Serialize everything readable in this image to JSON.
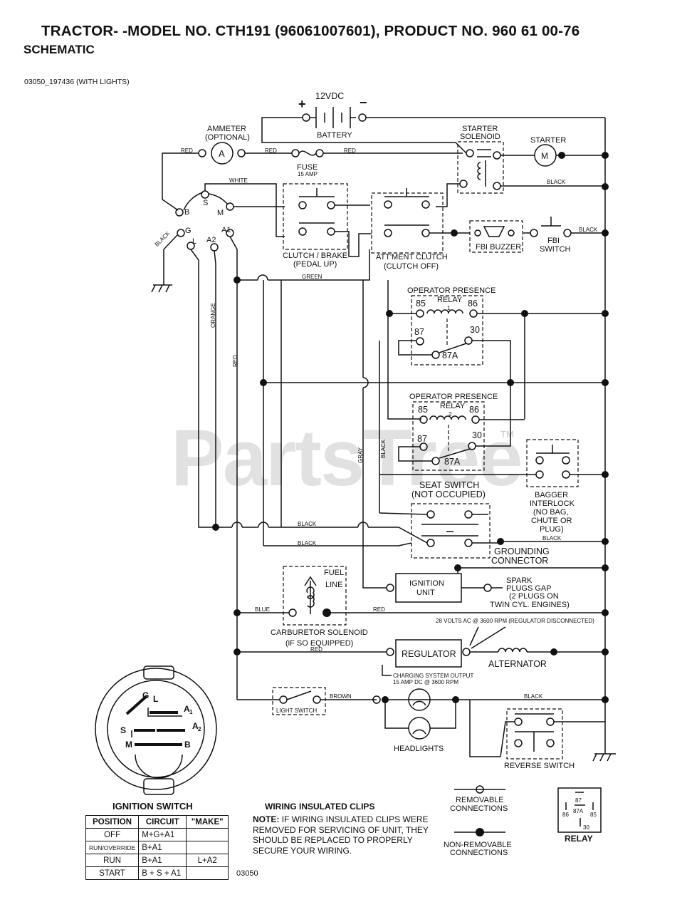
{
  "header": {
    "title": "TRACTOR- -MODEL NO. CTH191 (96061007601), PRODUCT NO. 960 61 00-76",
    "subtitle": "SCHEMATIC",
    "diagram_id": "03050_197436 (WITH LIGHTS)"
  },
  "watermark": {
    "text": "PartsTree",
    "tm": "TM"
  },
  "components": {
    "battery_voltage": "12VDC",
    "battery": "BATTERY",
    "plus": "+",
    "minus": "−",
    "ammeter_l1": "AMMETER",
    "ammeter_l2": "(OPTIONAL)",
    "ammeter_symbol": "A",
    "fuse": "FUSE",
    "fuse_rating": "15 AMP",
    "starter_solenoid_l1": "STARTER",
    "starter_solenoid_l2": "SOLENOID",
    "starter": "STARTER",
    "starter_symbol": "M",
    "clutch_brake_l1": "CLUTCH / BRAKE",
    "clutch_brake_l2": "(PEDAL UP)",
    "attment_clutch_l1": "ATT'MENT CLUTCH",
    "attment_clutch_l2": "(CLUTCH OFF)",
    "fbi_buzzer": "FBI BUZZER",
    "fbi_switch_l1": "FBI",
    "fbi_switch_l2": "SWITCH",
    "relay1_l1": "OPERATOR PRESENCE",
    "relay1_l2": "RELAY",
    "relay1_num": "1",
    "relay2_l1": "OPERATOR PRESENCE",
    "relay2_l2": "RELAY",
    "relay2_num": "2",
    "pin85": "85",
    "pin86": "86",
    "pin87": "87",
    "pin30": "30",
    "pin87a": "87A",
    "seat_switch_l1": "SEAT SWITCH",
    "seat_switch_l2": "(NOT OCCUPIED)",
    "bagger_l1": "BAGGER",
    "bagger_l2": "INTERLOCK",
    "bagger_l3": "(NO BAG,",
    "bagger_l4": "CHUTE OR",
    "bagger_l5": "PLUG)",
    "grounding_l1": "GROUNDING",
    "grounding_l2": "CONNECTOR",
    "ignition_unit_l1": "IGNITION",
    "ignition_unit_l2": "UNIT",
    "spark_l1": "SPARK",
    "spark_l2": "PLUGS GAP",
    "spark_l3": "(2 PLUGS ON",
    "spark_l4": "TWIN CYL. ENGINES)",
    "fuel_l1": "FUEL",
    "fuel_l2": "LINE",
    "carb_l1": "CARBURETOR SOLENOID",
    "carb_l2": "(iF SO EQUIPPED)",
    "regulator_note": "28 VOLTS AC @ 3600 RPM (REGULATOR DISCONNECTED)",
    "regulator": "REGULATOR",
    "alternator": "ALTERNATOR",
    "charging_l1": "CHARGING SYSTEM OUTPUT",
    "charging_l2": "15 AMP DC @ 3600 RPM",
    "light_switch": "LIGHT SWITCH",
    "headlights": "HEADLIGHTS",
    "reverse_switch": "REVERSE SWITCH",
    "term_b": "B",
    "term_s": "S",
    "term_m": "M",
    "term_g": "G",
    "term_l": "L",
    "term_a2": "A2",
    "term_a1": "A1"
  },
  "wires": {
    "red": "RED",
    "black": "BLACK",
    "white": "WHITE",
    "green": "GREEN",
    "orange": "ORANGE",
    "gray": "GRAY",
    "blue": "BLUE",
    "brown": "BROWN"
  },
  "ignition_switch": {
    "title": "IGNITION SWITCH",
    "labels": {
      "G": "G",
      "L": "L",
      "A1": "A",
      "A1sub": "1",
      "A2": "A",
      "A2sub": "2",
      "S": "S",
      "M": "M",
      "B": "B"
    },
    "table_headers": [
      "POSITION",
      "CIRCUIT",
      "\"MAKE\""
    ],
    "rows": [
      {
        "position": "OFF",
        "circuit": "M+G+A1",
        "make": ""
      },
      {
        "position": "RUN/OVERRIDE",
        "circuit": "B+A1",
        "make": ""
      },
      {
        "position": "RUN",
        "circuit": "B+A1",
        "make": "L+A2"
      },
      {
        "position": "START",
        "circuit": "B + S + A1",
        "make": ""
      }
    ]
  },
  "note": {
    "title": "WIRING INSULATED CLIPS",
    "lead": "NOTE:",
    "text": "IF WIRING INSULATED CLIPS WERE REMOVED FOR SERVICING OF UNIT, THEY SHOULD BE REPLACED TO PROPERLY SECURE YOUR WIRING."
  },
  "legend": {
    "removable_l1": "REMOVABLE",
    "removable_l2": "CONNECTIONS",
    "nonremovable_l1": "NON-REMOVABLE",
    "nonremovable_l2": "CONNECTIONS",
    "relay": "RELAY",
    "relay_87": "87",
    "relay_87a": "87A",
    "relay_86": "86",
    "relay_85": "85",
    "relay_30": "30"
  },
  "footer_id": "03050"
}
